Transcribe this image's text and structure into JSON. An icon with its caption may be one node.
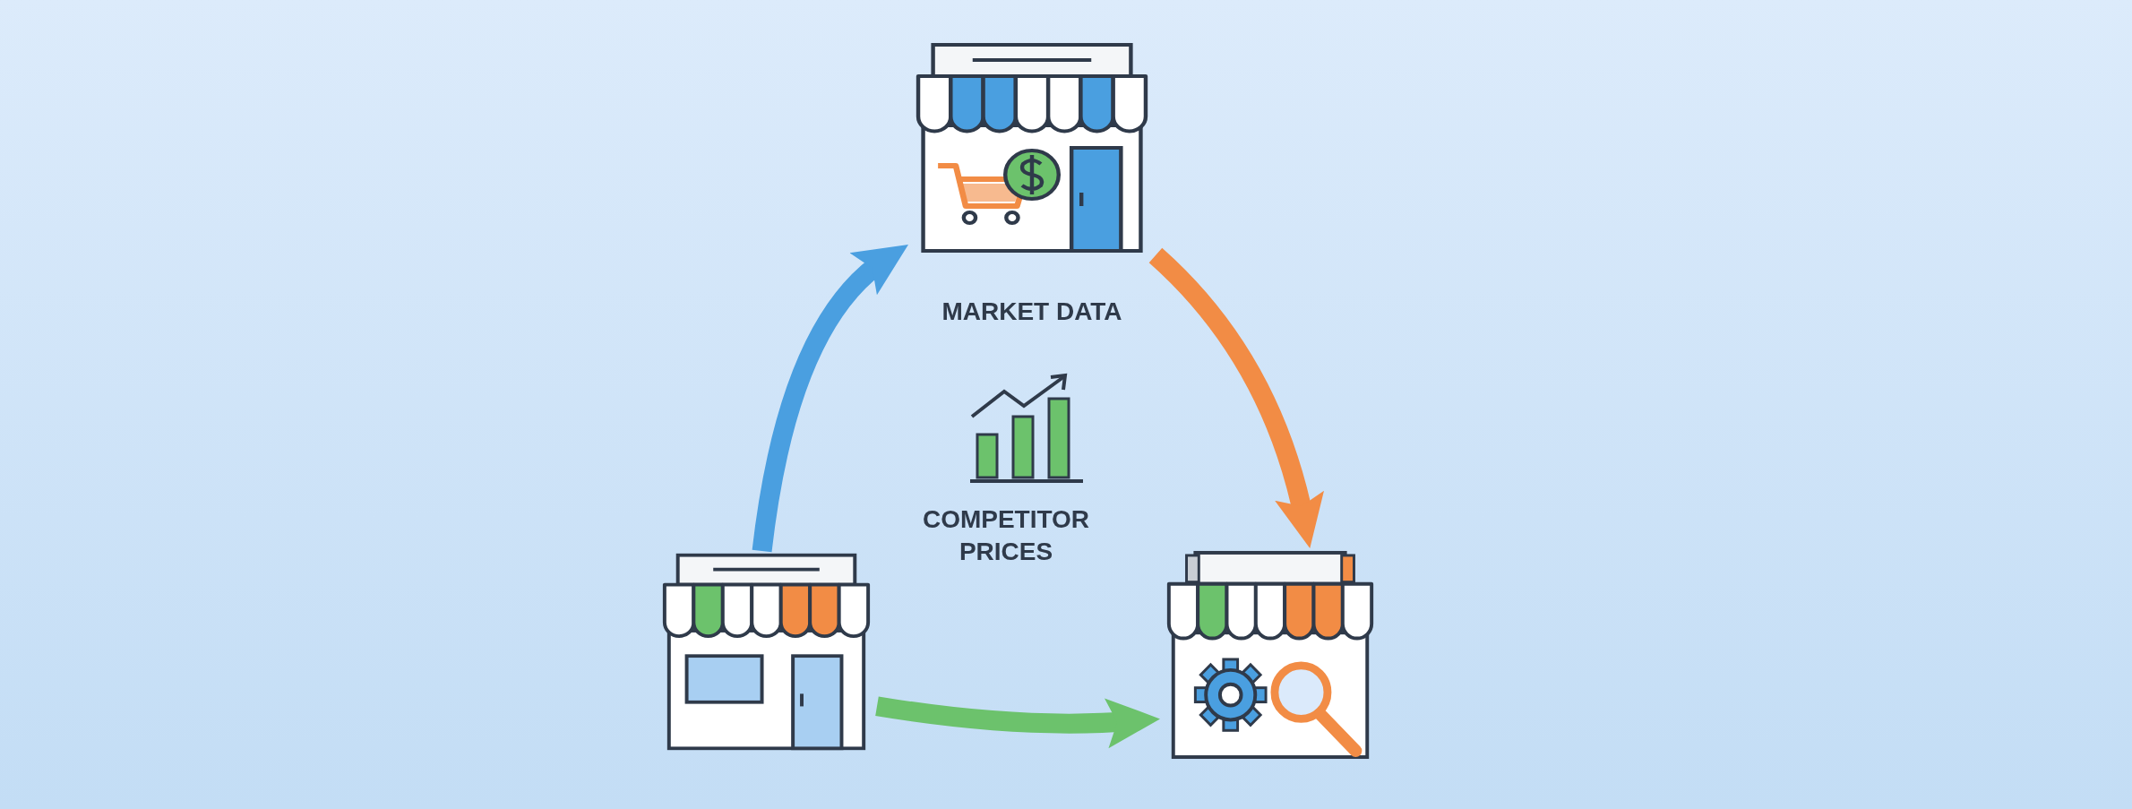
{
  "diagram": {
    "nodes": [
      {
        "text": [],
        "shape": "picture",
        "beside": [
          "MARKET DATA"
        ]
      },
      {
        "text": [],
        "shape": "picture"
      },
      {
        "text": [],
        "shape": "picture"
      }
    ],
    "edges": [
      {
        "from": 1,
        "to": 0,
        "arrow": "to",
        "color": "#4a9fe0"
      },
      {
        "from": 0,
        "to": 2,
        "arrow": "to",
        "color": "#f28c45"
      },
      {
        "from": 1,
        "to": 2,
        "arrow": "to",
        "color": "#6cc26c"
      }
    ],
    "labels": [
      "COMPETITOR PRICES"
    ]
  }
}
